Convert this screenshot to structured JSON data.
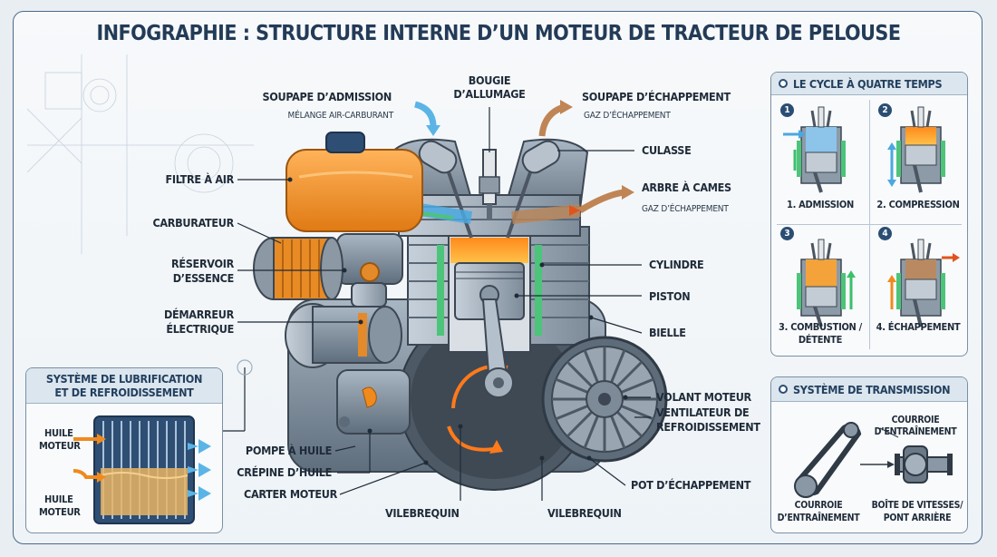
{
  "title": "INFOGRAPHIE : STRUCTURE INTERNE D’UN MOTEUR DE TRACTEUR DE PELOUSE",
  "labels": {
    "soupape_admission": "SOUPAPE D’ADMISSION",
    "soupape_admission_sub": "MÉLANGE AIR-CARBURANT",
    "bougie_l1": "BOUGIE",
    "bougie_l2": "D’ALLUMAGE",
    "soupape_echappement": "SOUPAPE D’ÉCHAPPEMENT",
    "soupape_echappement_sub": "GAZ D’ÉCHAPPEMENT",
    "culasse": "CULASSE",
    "arbre_cames": "ARBRE À CAMES",
    "arbre_cames_sub": "GAZ D’ÉCHAPPEMENT",
    "filtre_air": "FILTRE À AIR",
    "carburateur": "CARBURATEUR",
    "reservoir_l1": "RÉSERVOIR",
    "reservoir_l2": "D’ESSENCE",
    "demarreur_l1": "DÉMARREUR",
    "demarreur_l2": "ÉLECTRIQUE",
    "cylindre": "CYLINDRE",
    "piston": "PISTON",
    "bielle": "BIELLE",
    "volant_moteur": "VOLANT MOTEUR",
    "ventilateur_l1": "VENTILATEUR DE",
    "ventilateur_l2": "REFROIDISSEMENT",
    "pot_echappement": "POT D’ÉCHAPPEMENT",
    "pompe_huile": "POMPE À HUILE",
    "crepine_huile": "CRÉPINE D’HUILE",
    "carter_moteur": "CARTER MOTEUR",
    "vilebrequin_left": "VILEBREQUIN",
    "vilebrequin_right": "VILEBREQUIN"
  },
  "lubrication": {
    "title_l1": "SYSTÈME DE LUBRIFICATION",
    "title_l2": "ET DE REFROIDISSEMENT",
    "huile_top_l1": "HUILE",
    "huile_top_l2": "MOTEUR",
    "huile_bottom_l1": "HUILE",
    "huile_bottom_l2": "MOTEUR"
  },
  "cycle": {
    "title": "LE CYCLE À QUATRE TEMPS",
    "steps": [
      {
        "num": "1",
        "label": "1. ADMISSION"
      },
      {
        "num": "2",
        "label": "2. COMPRESSION"
      },
      {
        "num": "3",
        "label_l1": "3. COMBUSTION /",
        "label_l2": "DÉTENTE"
      },
      {
        "num": "4",
        "label": "4. ÉCHAPPEMENT"
      }
    ]
  },
  "transmission": {
    "title": "SYSTÈME DE TRANSMISSION",
    "courroie_top_l1": "COURROIE",
    "courroie_top_l2": "D’ENTRAÎNEMENT",
    "courroie_bottom_l1": "COURROIE",
    "courroie_bottom_l2": "D’ENTRAÎNEMENT",
    "boite_l1": "BOÎTE DE VITESSES/",
    "boite_l2": "PONT ARRIÈRE"
  },
  "colors": {
    "title": "#233b57",
    "tank_orange": "#f0902a",
    "combustion_orange": "#f07a1c",
    "coolant_green": "#3cbf6a",
    "intake_blue": "#4aa8e0",
    "engine_gray": "#7a8a9a"
  }
}
